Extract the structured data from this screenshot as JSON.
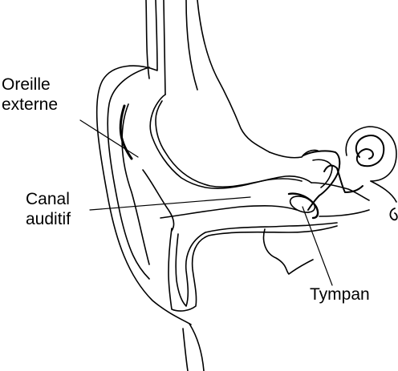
{
  "labels": {
    "oreille_externe": [
      "Oreille",
      "externe"
    ],
    "canal_auditif": [
      "Canal",
      "auditif"
    ],
    "tympan": "Tympan"
  },
  "colors": {
    "ink": "#000000",
    "paper": "#ffffff"
  }
}
